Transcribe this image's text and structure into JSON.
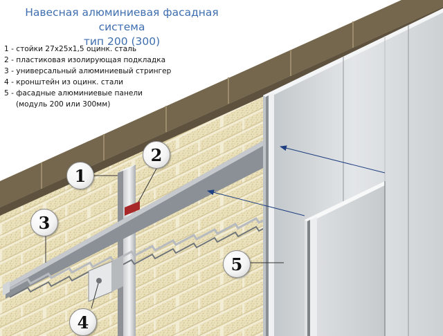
{
  "title": {
    "line1": "Навесная алюминиевая фасадная система",
    "line2": "тип 200 (300)"
  },
  "legend": {
    "items": [
      "1 - стойки 27x25x1,5 оцинк. сталь",
      "2 - пластиковая изолирующая подкладка",
      "3 - универсальный алюминиевый стрингер",
      "4 - кронштейн из оцинк. стали",
      "5 - фасадные алюминиевые панели"
    ],
    "item5_cont": "(модуль 200 или 300мм)"
  },
  "callouts": [
    "1",
    "2",
    "3",
    "4",
    "5"
  ],
  "colors": {
    "title": "#3f6fb0",
    "brick": "#e8deb6",
    "mortar": "#efe8cd",
    "wall_top": "#7a6a52",
    "stringer": "#8f949a",
    "panel": "#d6dadd",
    "gasket": "#b02a2a",
    "arrow": "#1e3f80"
  }
}
